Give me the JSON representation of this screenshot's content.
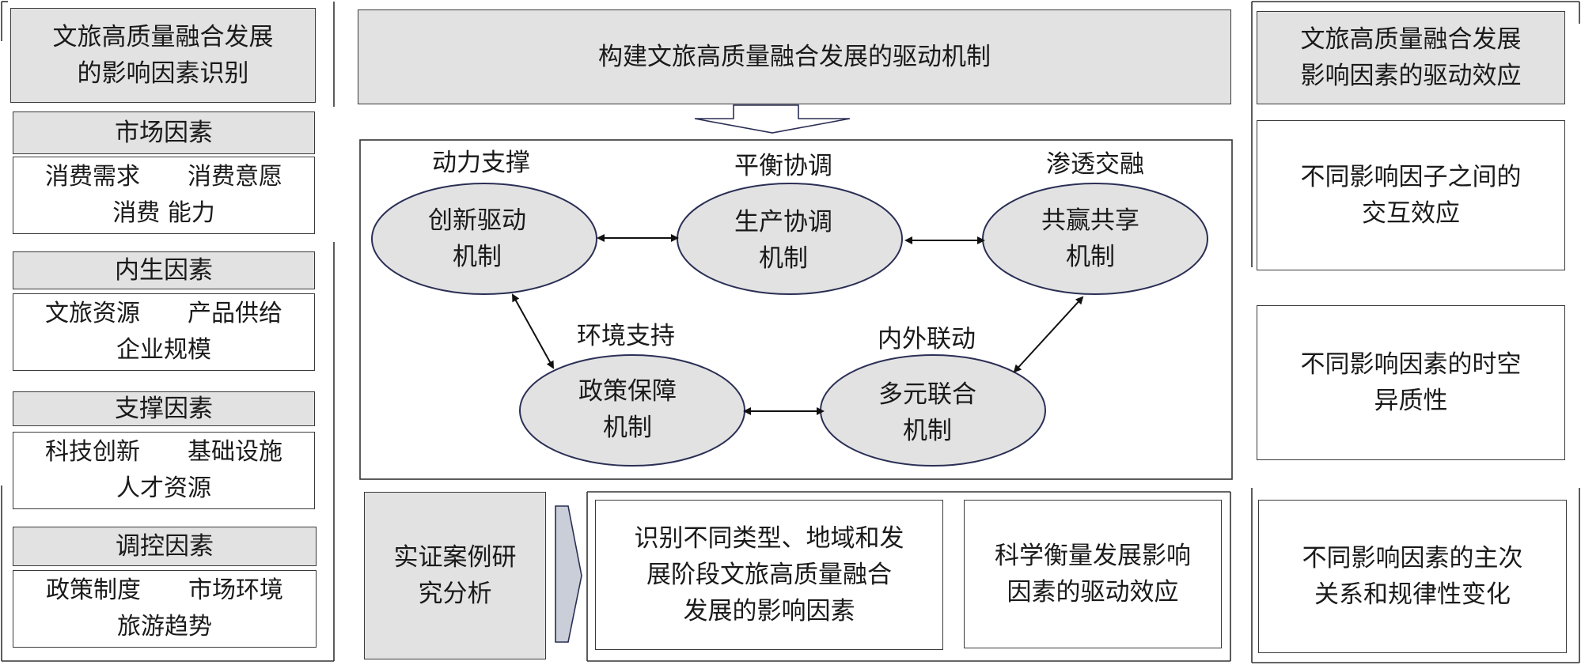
{
  "left": {
    "title": "文旅高质量融合发展\n的影响因素识别",
    "groups": [
      {
        "name": "市场因素",
        "row1": [
          "消费需求",
          "消费意愿"
        ],
        "row2": "消费 能力"
      },
      {
        "name": "内生因素",
        "row1": [
          "文旅资源",
          "产品供给"
        ],
        "row2": "企业规模"
      },
      {
        "name": "支撑因素",
        "row1": [
          "科技创新",
          "基础设施"
        ],
        "row2": "人才资源"
      },
      {
        "name": "调控因素",
        "row1": [
          "政策制度",
          "市场环境"
        ],
        "row2": "旅游趋势"
      }
    ]
  },
  "center": {
    "title": "构建文旅高质量融合发展的驱动机制",
    "mechanisms": [
      {
        "label": "动力支撑",
        "name": "创新驱动\n机制"
      },
      {
        "label": "平衡协调",
        "name": "生产协调\n机制"
      },
      {
        "label": "渗透交融",
        "name": "共赢共享\n机制"
      },
      {
        "label": "环境支持",
        "name": "政策保障\n机制"
      },
      {
        "label": "内外联动",
        "name": "多元联合\n机制"
      }
    ],
    "case_study": "实证案例研\n究分析",
    "outcome1": "识别不同类型、地域和发\n展阶段文旅高质量融合\n发展的影响因素",
    "outcome2": "科学衡量发展影响\n因素的驱动效应"
  },
  "right": {
    "title": "文旅高质量融合发展\n影响因素的驱动效应",
    "effects": [
      "不同影响因子之间的\n交互效应",
      "不同影响因素的时空\n异质性",
      "不同影响因素的主次\n关系和规律性变化"
    ]
  },
  "colors": {
    "box_fill": "#e2e2e2",
    "stroke": "#3a3a3a",
    "ellipse_stroke": "#2b2f55"
  }
}
